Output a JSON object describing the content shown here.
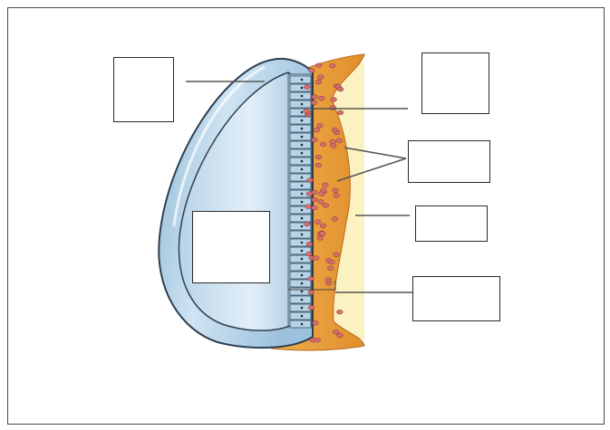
{
  "diagram": {
    "type": "labeling-worksheet",
    "blank_labels": [
      {
        "id": "label-1",
        "text": ""
      },
      {
        "id": "label-2",
        "text": ""
      },
      {
        "id": "label-3",
        "text": ""
      },
      {
        "id": "label-4",
        "text": ""
      },
      {
        "id": "label-5",
        "text": ""
      },
      {
        "id": "label-6",
        "text": ""
      }
    ],
    "colors": {
      "cavity": "#b9d6ea",
      "cavity_dark": "#7fa9c9",
      "epithelium": "#a9c8de",
      "connective_tissue": "#eaa040",
      "cells": "#d46f6f",
      "background_band": "#fbf2c2",
      "outline": "#2e3f52"
    }
  }
}
